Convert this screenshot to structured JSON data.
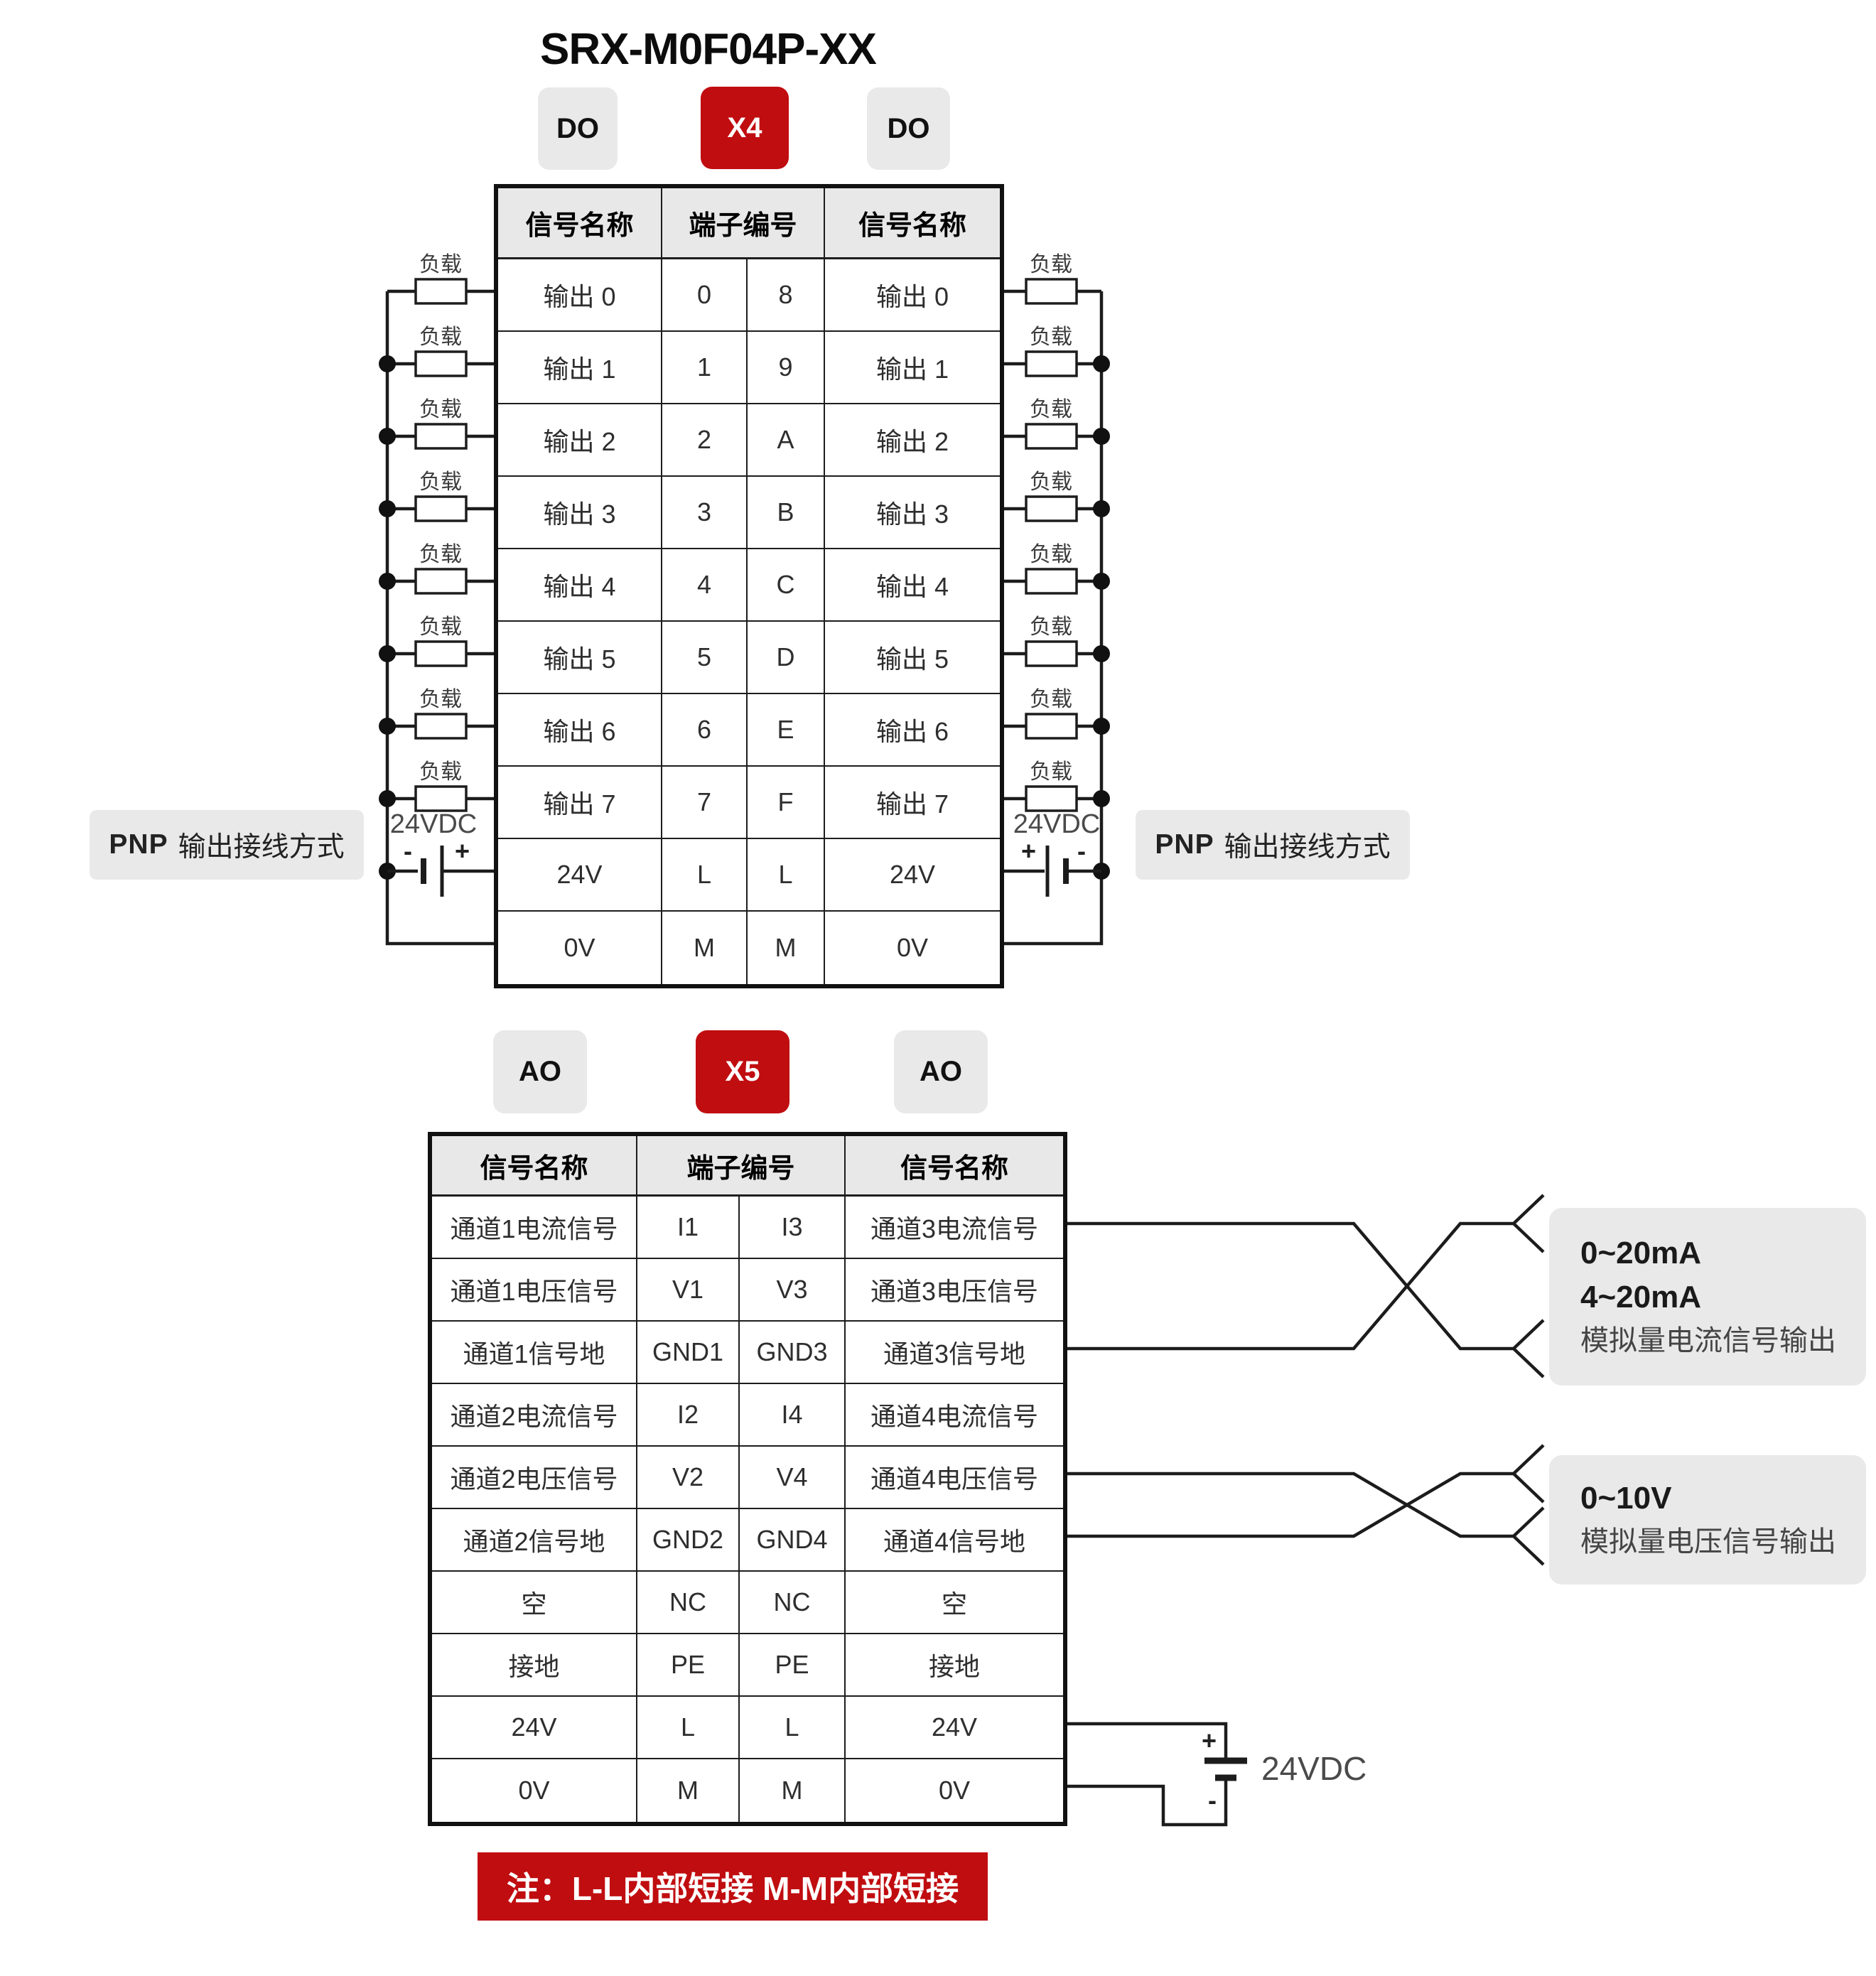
{
  "title": "SRX-M0F04P-XX",
  "colors": {
    "red": "#c00d10",
    "badge_gray": "#e9e9e9",
    "wire": "#1c1c1c"
  },
  "sections": {
    "x4": {
      "badges": [
        {
          "label": "DO",
          "style": "gray"
        },
        {
          "label": "X4",
          "style": "red"
        },
        {
          "label": "DO",
          "style": "gray"
        }
      ],
      "table": {
        "headers": [
          "信号名称",
          "端子编号",
          "信号名称"
        ],
        "rows": [
          [
            "输出 0",
            "0",
            "8",
            "输出 0"
          ],
          [
            "输出 1",
            "1",
            "9",
            "输出 1"
          ],
          [
            "输出 2",
            "2",
            "A",
            "输出 2"
          ],
          [
            "输出 3",
            "3",
            "B",
            "输出 3"
          ],
          [
            "输出 4",
            "4",
            "C",
            "输出 4"
          ],
          [
            "输出 5",
            "5",
            "D",
            "输出 5"
          ],
          [
            "输出 6",
            "6",
            "E",
            "输出 6"
          ],
          [
            "输出 7",
            "7",
            "F",
            "输出 7"
          ],
          [
            "24V",
            "L",
            "L",
            "24V"
          ],
          [
            "0V",
            "M",
            "M",
            "0V"
          ]
        ]
      },
      "pnp_label": {
        "bold": "PNP",
        "text": "输出接线方式"
      },
      "load_label": "负载",
      "supply_label": "24VDC",
      "plus": "+",
      "minus": "-"
    },
    "x5": {
      "badges": [
        {
          "label": "AO",
          "style": "gray"
        },
        {
          "label": "X5",
          "style": "red"
        },
        {
          "label": "AO",
          "style": "gray"
        }
      ],
      "table": {
        "headers": [
          "信号名称",
          "端子编号",
          "信号名称"
        ],
        "rows": [
          [
            "通道1电流信号",
            "I1",
            "I3",
            "通道3电流信号"
          ],
          [
            "通道1电压信号",
            "V1",
            "V3",
            "通道3电压信号"
          ],
          [
            "通道1信号地",
            "GND1",
            "GND3",
            "通道3信号地"
          ],
          [
            "通道2电流信号",
            "I2",
            "I4",
            "通道4电流信号"
          ],
          [
            "通道2电压信号",
            "V2",
            "V4",
            "通道4电压信号"
          ],
          [
            "通道2信号地",
            "GND2",
            "GND4",
            "通道4信号地"
          ],
          [
            "空",
            "NC",
            "NC",
            "空"
          ],
          [
            "接地",
            "PE",
            "PE",
            "接地"
          ],
          [
            "24V",
            "L",
            "L",
            "24V"
          ],
          [
            "0V",
            "M",
            "M",
            "0V"
          ]
        ]
      },
      "annotations": [
        {
          "bold_lines": [
            "0~20mA",
            "4~20mA"
          ],
          "caption": "模拟量电流信号输出"
        },
        {
          "bold_lines": [
            "0~10V"
          ],
          "caption": "模拟量电压信号输出"
        }
      ],
      "supply_label": "24VDC",
      "plus": "+",
      "minus": "-"
    }
  },
  "note": "注：L-L内部短接  M-M内部短接"
}
